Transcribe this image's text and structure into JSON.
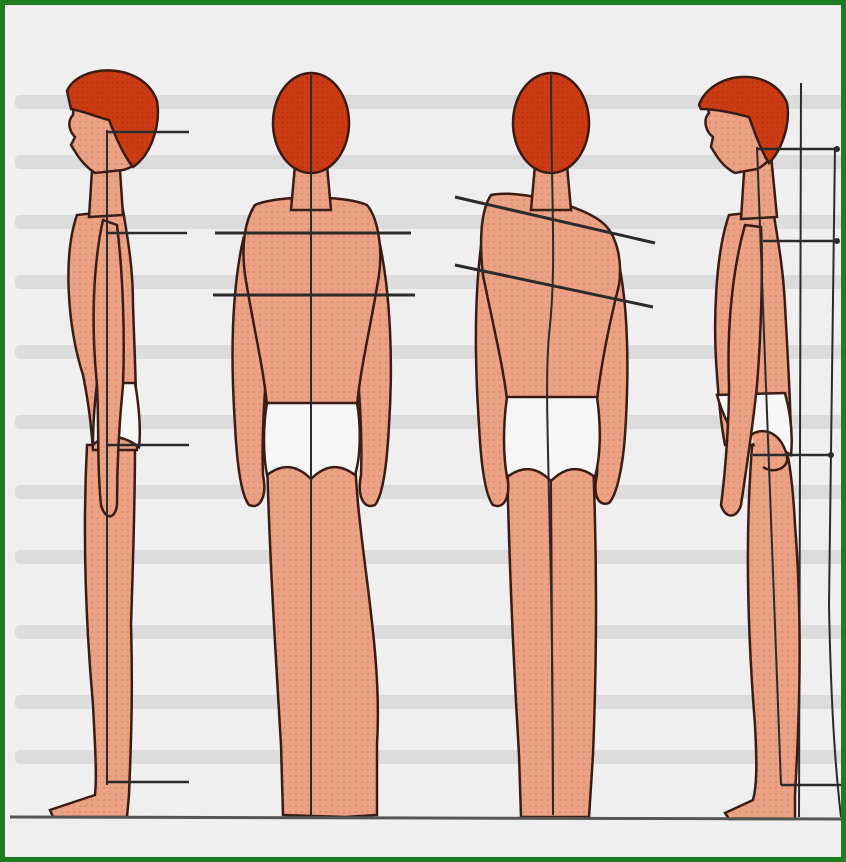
{
  "figure": {
    "title": "",
    "panels": [
      {
        "id": "side-view-normal",
        "view": "lateral"
      },
      {
        "id": "back-view-normal",
        "view": "posterior"
      },
      {
        "id": "back-view-asymmetric",
        "view": "posterior"
      },
      {
        "id": "side-view-against-wall",
        "view": "lateral"
      }
    ],
    "colors": {
      "frame": "#1e7d1e",
      "skin": "#eba184",
      "hair": "#cc3c14",
      "outline": "#3a1c14",
      "underwear": "#f6f6f6",
      "line": "#2b2b2b",
      "background": "#efefef"
    }
  }
}
